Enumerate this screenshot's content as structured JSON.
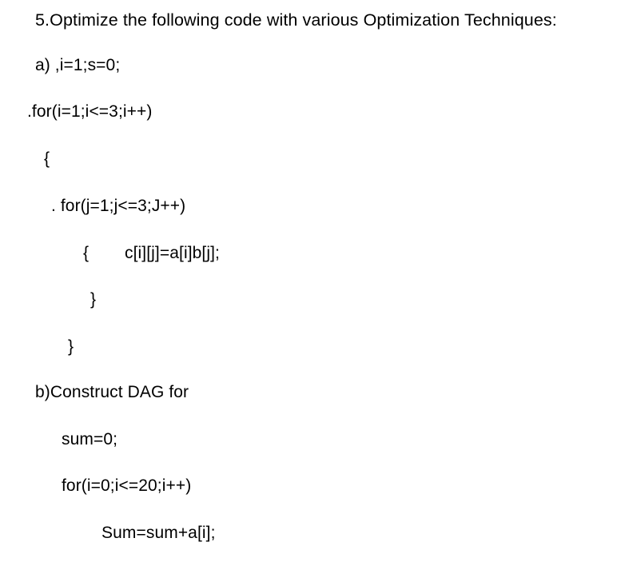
{
  "document": {
    "question_title": "5.Optimize the following code with various Optimization Techniques:",
    "part_a": {
      "label": "a) ,i=1;s=0;",
      "outer_for": ".for(i=1;i<=3;i++)",
      "outer_open_brace": "{",
      "inner_for": ". for(j=1;j<=3;J++)",
      "inner_open_brace": "{",
      "inner_body": "c[i][j]=a[i]b[j];",
      "inner_close_brace": "}",
      "outer_close_brace": "}"
    },
    "part_b": {
      "label": "b)Construct DAG for",
      "init": "sum=0;",
      "for_stmt": "for(i=0;i<=20;i++)",
      "body": "Sum=sum+a[i];"
    }
  }
}
